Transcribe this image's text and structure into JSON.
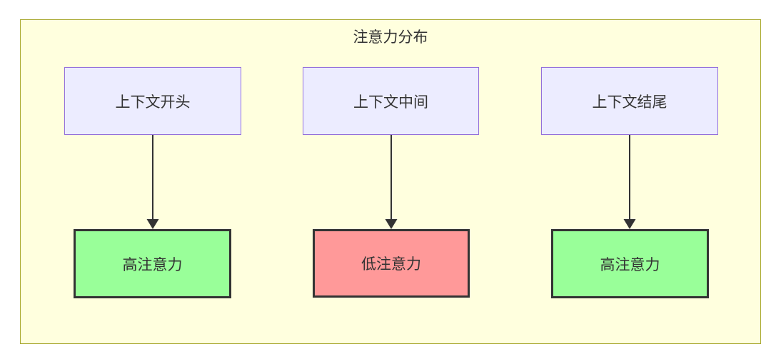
{
  "diagram": {
    "type": "flowchart",
    "title": "注意力分布",
    "nodes": [
      {
        "id": "context-start",
        "label": "上下文开头",
        "kind": "context"
      },
      {
        "id": "context-middle",
        "label": "上下文中间",
        "kind": "context"
      },
      {
        "id": "context-end",
        "label": "上下文结尾",
        "kind": "context"
      },
      {
        "id": "attention-start",
        "label": "高注意力",
        "kind": "high"
      },
      {
        "id": "attention-middle",
        "label": "低注意力",
        "kind": "low"
      },
      {
        "id": "attention-end",
        "label": "高注意力",
        "kind": "high"
      }
    ],
    "edges": [
      {
        "from": "context-start",
        "to": "attention-start",
        "style": "arrow-down"
      },
      {
        "from": "context-middle",
        "to": "attention-middle",
        "style": "arrow-down"
      },
      {
        "from": "context-end",
        "to": "attention-end",
        "style": "arrow-down"
      }
    ],
    "colors": {
      "canvas_bg": "#FFFFFF",
      "subgraph_bg": "#FFFFDE",
      "subgraph_border": "#AAAA33",
      "node_bg": "#ECECFF",
      "node_border": "#9370DB",
      "high_bg": "#99FF99",
      "low_bg": "#FF9999",
      "result_border": "#333333",
      "edge": "#333333",
      "text": "#333333"
    }
  }
}
